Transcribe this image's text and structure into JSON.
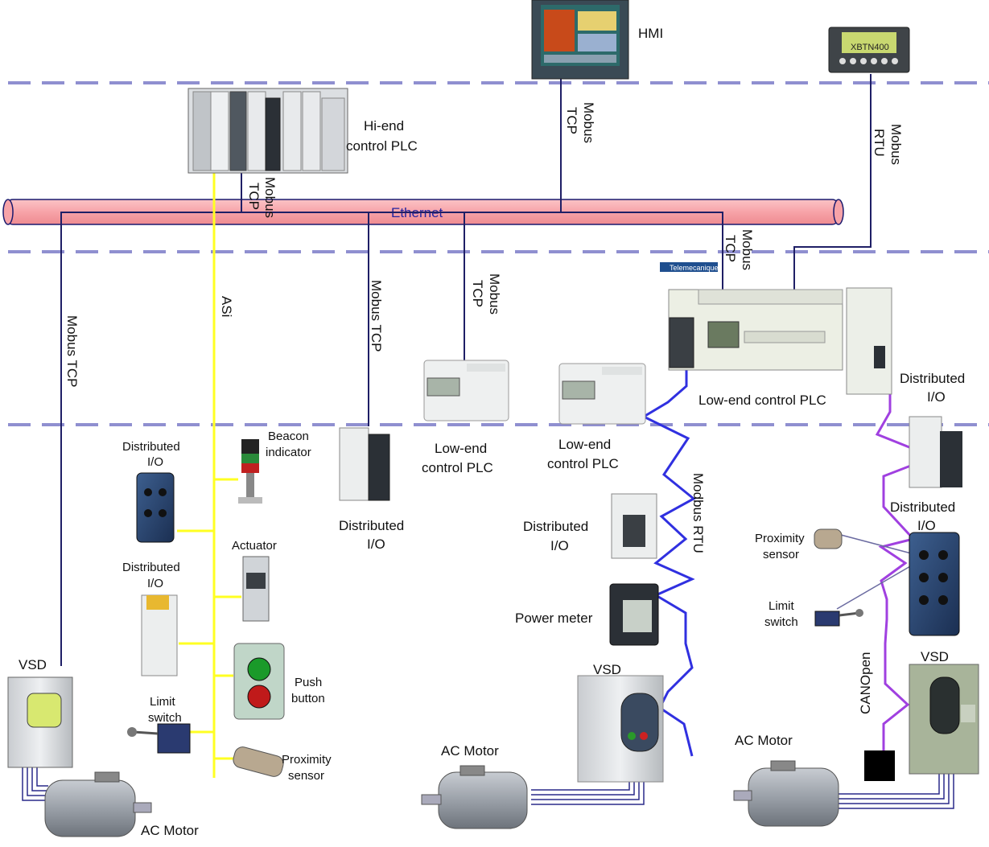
{
  "colors": {
    "dash_line": "#8f8fd0",
    "ethernet_fill": "#f7a3a8",
    "ethernet_stroke": "#1a1a6e",
    "ethernet_label": "#2424a0",
    "modbus_tcp_wire": "#1f1f66",
    "asi_wire": "#ffff22",
    "modbus_rtu_wire": "#3030e0",
    "canopen_wire": "#a040e0",
    "sensor_wire": "#6a6aa0",
    "motor_wire": "#2a2a8a"
  },
  "bus": {
    "ethernet": "Ethernet",
    "asi": "ASi",
    "canopen": "CANOpen"
  },
  "protocols": {
    "plc_mobus_tcp": [
      "Mobus",
      "TCP"
    ],
    "hmi_mobus_tcp": [
      "Mobus",
      "TCP"
    ],
    "xbt_mobus_rtu": [
      "Mobus",
      "RTU"
    ],
    "lowend_right_mobus_tcp": [
      "Mobus",
      "TCP"
    ],
    "left_mobus_tcp": "Mobus TCP",
    "center_mobus_tcp": "Mobus TCP",
    "mid_mobus_tcp": [
      "Mobus",
      "TCP"
    ],
    "modbus_rtu": "Modbus RTU"
  },
  "devices": {
    "hmi": "HMI",
    "xbt_display": "XBTN400",
    "hiend_plc": [
      "Hi-end",
      "control PLC"
    ],
    "telemecanique_badge": "Telemecanique",
    "lowend_plc_right": "Low-end control PLC",
    "lowend_plc_mid": [
      "Low-end",
      "control PLC"
    ],
    "lowend_plc_mid2": [
      "Low-end",
      "control PLC"
    ],
    "dist_io_right_top": [
      "Distributed",
      "I/O"
    ],
    "dist_io_right_mid": [
      "Distributed",
      "I/O"
    ],
    "dist_io_center": [
      "Distributed",
      "I/O"
    ],
    "dist_io_rtu": [
      "Distributed",
      "I/O"
    ],
    "dist_io_left_top": [
      "Distributed",
      "I/O"
    ],
    "dist_io_left_bottom": [
      "Distributed",
      "I/O"
    ],
    "beacon": [
      "Beacon",
      "indicator"
    ],
    "actuator": "Actuator",
    "push_button": [
      "Push",
      "button"
    ],
    "limit_switch_left": [
      "Limit",
      "switch"
    ],
    "proximity_left": [
      "Proximity",
      "sensor"
    ],
    "proximity_right": [
      "Proximity",
      "sensor"
    ],
    "limit_switch_right": [
      "Limit",
      "switch"
    ],
    "power_meter": "Power meter",
    "vsd_left": "VSD",
    "vsd_mid": "VSD",
    "vsd_right": "VSD",
    "ac_motor_left": "AC Motor",
    "ac_motor_mid": "AC Motor",
    "ac_motor_right": "AC Motor"
  },
  "icons": {
    "hmi": "hmi-panel-icon",
    "xbt": "text-display-icon",
    "plc": "plc-rack-icon",
    "motor": "ac-motor-icon",
    "vsd": "drive-icon",
    "sensor": "proximity-sensor-icon"
  }
}
